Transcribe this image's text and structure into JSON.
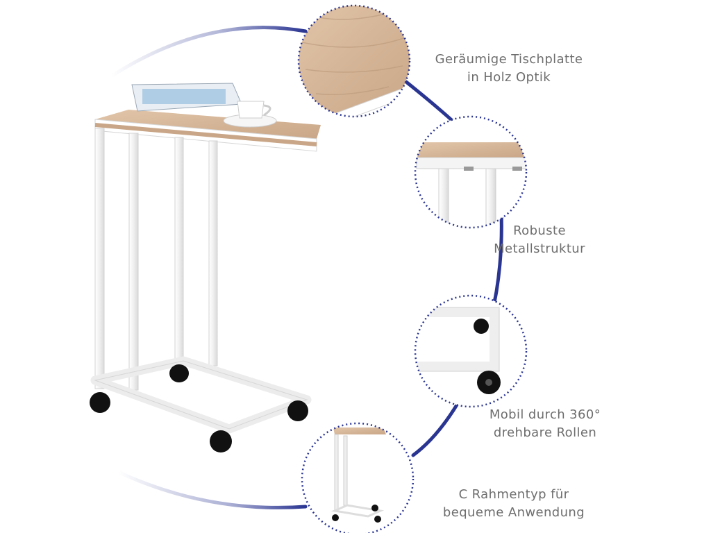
{
  "colors": {
    "arc": "#2a3592",
    "frame": "#f2f2f2",
    "frame_edge": "#cfcfcf",
    "wood": "#d7b89b",
    "wood_dark": "#b9977a",
    "caster": "#111111",
    "caption": "#6e6e6e"
  },
  "features": [
    {
      "line1": "Geräumige Tischplatte",
      "line2": "in Holz Optik",
      "icon": "wood-grain-closeup"
    },
    {
      "line1": "Robuste",
      "line2": "Metallstruktur",
      "icon": "metal-frame-closeup"
    },
    {
      "line1": "Mobil durch 360°",
      "line2": "drehbare Rollen",
      "icon": "caster-wheel-closeup"
    },
    {
      "line1": "C Rahmentyp für",
      "line2": "bequeme Anwendung",
      "icon": "c-frame-table-thumbnail"
    }
  ]
}
